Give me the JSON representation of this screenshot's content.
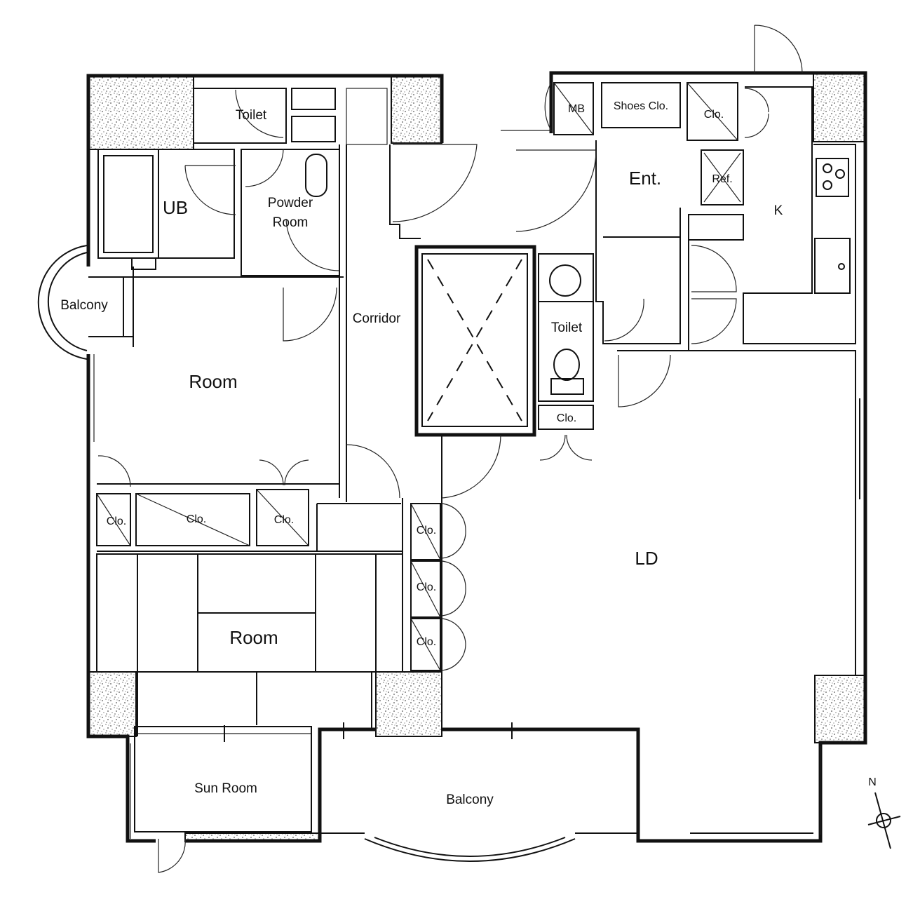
{
  "labels": {
    "toilet_upper": "Toilet",
    "ub": "UB",
    "powder_room_line1": "Powder",
    "powder_room_line2": "Room",
    "balcony_west": "Balcony",
    "corridor": "Corridor",
    "room_upper": "Room",
    "mb": "MB",
    "shoes_clo": "Shoes Clo.",
    "clo_ent": "Clo.",
    "ent": "Ent.",
    "ref": "Ref.",
    "k": "K",
    "toilet_center": "Toilet",
    "clo_center": "Clo.",
    "clo_1": "Clo.",
    "clo_2": "Clo.",
    "clo_3": "Clo.",
    "clo_c1": "Clo.",
    "clo_c2": "Clo.",
    "clo_c3": "Clo.",
    "ld": "LD",
    "room_lower": "Room",
    "sun_room": "Sun Room",
    "balcony_south": "Balcony",
    "north": "N"
  }
}
